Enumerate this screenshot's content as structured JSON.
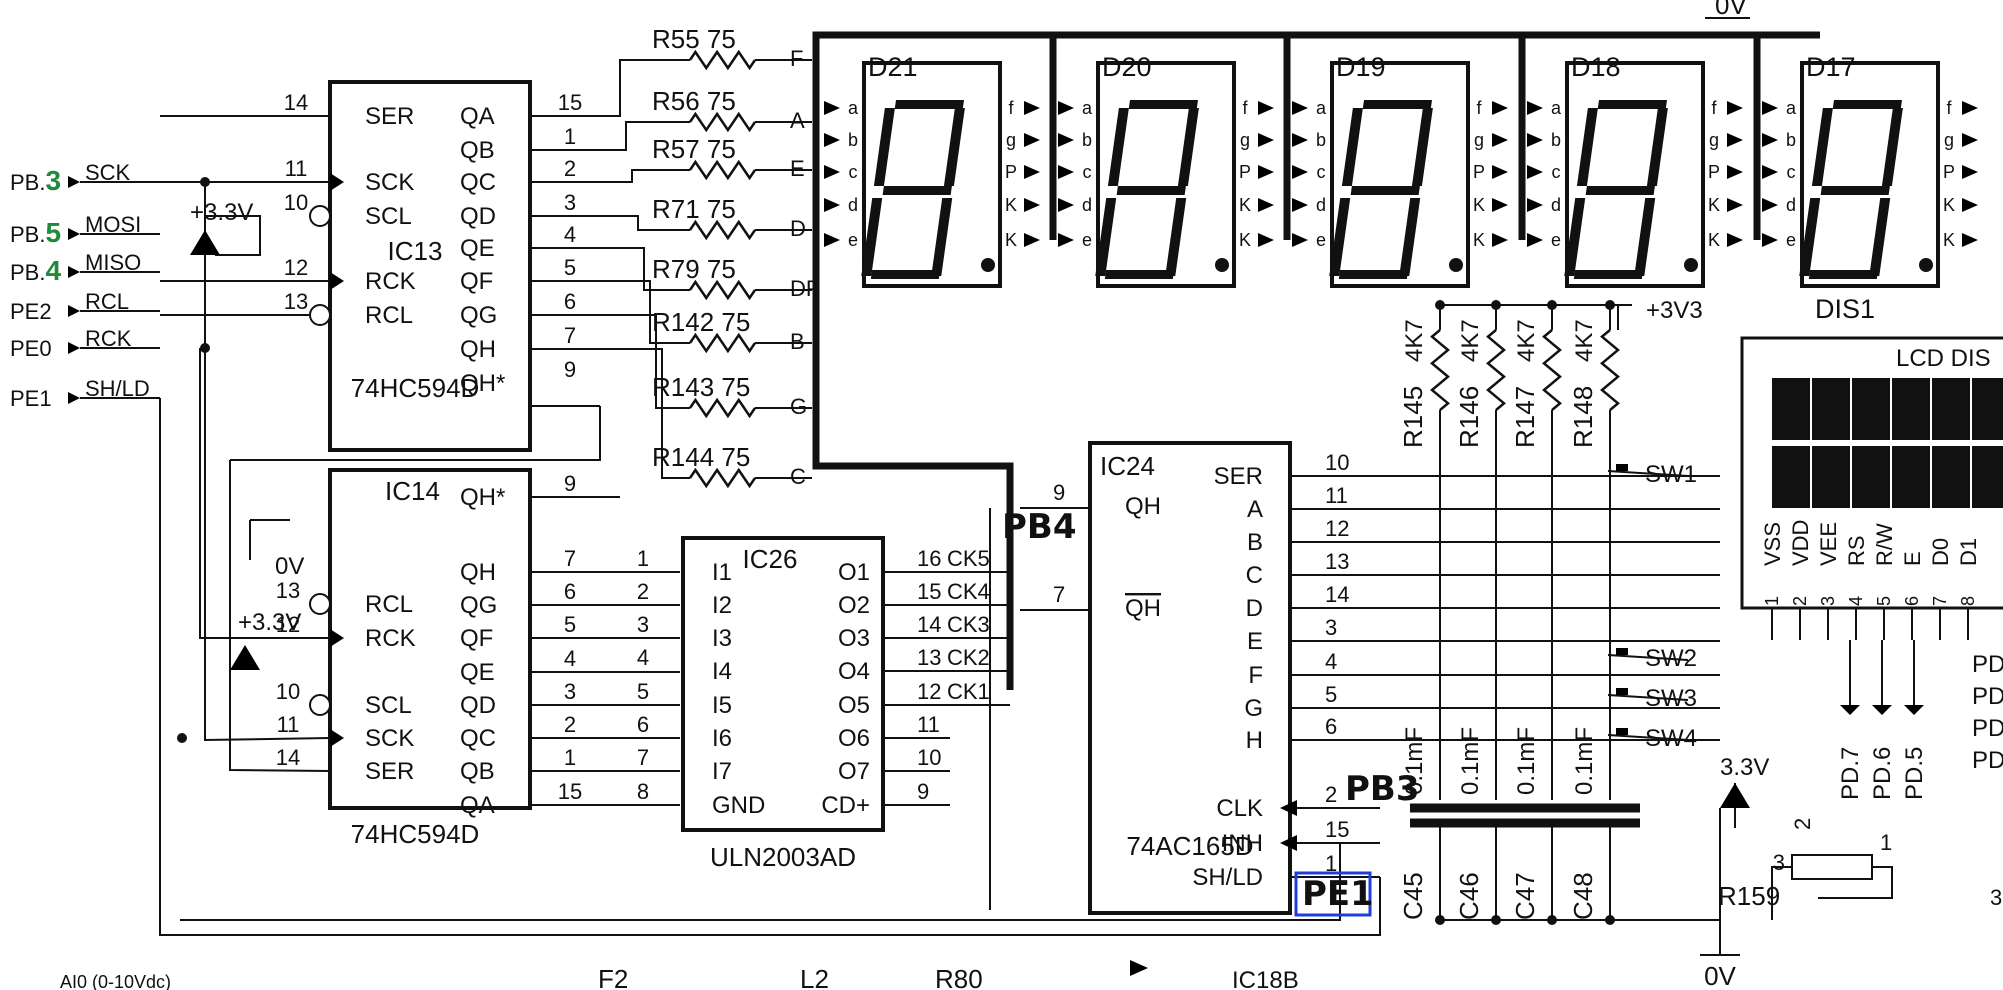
{
  "ports": {
    "pb3": {
      "pre": "PB.",
      "digit": "3",
      "signal": "SCK"
    },
    "pb5": {
      "pre": "PB.",
      "digit": "5",
      "signal": "MOSI"
    },
    "pb4": {
      "pre": "PB.",
      "digit": "4",
      "signal": "MISO"
    },
    "pe2": {
      "name": "PE2",
      "signal": "RCL"
    },
    "pe0": {
      "name": "PE0",
      "signal": "RCK"
    },
    "pe1": {
      "name": "PE1",
      "signal": "SH/LD"
    }
  },
  "supply": {
    "v33": "+3.3V",
    "v33_alt": "+3V3",
    "v33_plain": "3.3V",
    "gnd": "0V"
  },
  "ic13": {
    "ref": "IC13",
    "part": "74HC594D",
    "left_pins": [
      {
        "num": "14",
        "name": "SER"
      },
      {
        "num": "11",
        "name": "SCK"
      },
      {
        "num": "10",
        "name": "SCL"
      },
      {
        "num": "12",
        "name": "RCK"
      },
      {
        "num": "13",
        "name": "RCL"
      }
    ],
    "right_pins": [
      {
        "num": "15",
        "name": "QA"
      },
      {
        "num": "1",
        "name": "QB"
      },
      {
        "num": "2",
        "name": "QC"
      },
      {
        "num": "3",
        "name": "QD"
      },
      {
        "num": "4",
        "name": "QE"
      },
      {
        "num": "5",
        "name": "QF"
      },
      {
        "num": "6",
        "name": "QG"
      },
      {
        "num": "7",
        "name": "QH"
      },
      {
        "num": "9",
        "name": "QH*"
      }
    ]
  },
  "ic14": {
    "ref": "IC14",
    "part": "74HC594D",
    "left_pins": [
      {
        "num": "13",
        "name": "RCL"
      },
      {
        "num": "12",
        "name": "RCK"
      },
      {
        "num": "10",
        "name": "SCL"
      },
      {
        "num": "11",
        "name": "SCK"
      },
      {
        "num": "14",
        "name": "SER"
      }
    ],
    "right_pins": [
      {
        "num": "9",
        "name": "QH*"
      },
      {
        "num": "7",
        "name": "QH"
      },
      {
        "num": "6",
        "name": "QG"
      },
      {
        "num": "5",
        "name": "QF"
      },
      {
        "num": "4",
        "name": "QE"
      },
      {
        "num": "3",
        "name": "QD"
      },
      {
        "num": "2",
        "name": "QC"
      },
      {
        "num": "1",
        "name": "QB"
      },
      {
        "num": "15",
        "name": "QA"
      }
    ]
  },
  "ic26": {
    "ref": "IC26",
    "part": "ULN2003AD",
    "in_pins": [
      {
        "num": "1",
        "name": "I1"
      },
      {
        "num": "2",
        "name": "I2"
      },
      {
        "num": "3",
        "name": "I3"
      },
      {
        "num": "4",
        "name": "I4"
      },
      {
        "num": "5",
        "name": "I5"
      },
      {
        "num": "6",
        "name": "I6"
      },
      {
        "num": "7",
        "name": "I7"
      },
      {
        "num": "8",
        "name": "GND"
      }
    ],
    "out_pins": [
      {
        "num": "16",
        "name": "O1",
        "net": "CK5"
      },
      {
        "num": "15",
        "name": "O2",
        "net": "CK4"
      },
      {
        "num": "14",
        "name": "O3",
        "net": "CK3"
      },
      {
        "num": "13",
        "name": "O4",
        "net": "CK2"
      },
      {
        "num": "12",
        "name": "O5",
        "net": "CK1"
      },
      {
        "num": "11",
        "name": "O6",
        "net": ""
      },
      {
        "num": "10",
        "name": "O7",
        "net": ""
      },
      {
        "num": "9",
        "name": "CD+",
        "net": ""
      }
    ]
  },
  "ic24": {
    "ref": "IC24",
    "part": "74AC165D",
    "left_pins": [
      {
        "num": "9",
        "name": "QH"
      },
      {
        "num": "7",
        "name": "QH"
      }
    ],
    "right_pins": [
      {
        "num": "10",
        "name": "SER"
      },
      {
        "num": "11",
        "name": "A"
      },
      {
        "num": "12",
        "name": "B"
      },
      {
        "num": "13",
        "name": "C"
      },
      {
        "num": "14",
        "name": "D"
      },
      {
        "num": "3",
        "name": "E"
      },
      {
        "num": "4",
        "name": "F"
      },
      {
        "num": "5",
        "name": "G"
      },
      {
        "num": "6",
        "name": "H"
      }
    ],
    "bottom_pins": [
      {
        "num": "2",
        "name": "CLK"
      },
      {
        "num": "15",
        "name": "INH"
      },
      {
        "num": "1",
        "name": "SH/LD"
      }
    ]
  },
  "resistors": [
    {
      "ref": "R55",
      "value": "75",
      "seg": "F"
    },
    {
      "ref": "R56",
      "value": "75",
      "seg": "A"
    },
    {
      "ref": "R57",
      "value": "75",
      "seg": "E"
    },
    {
      "ref": "R71",
      "value": "75",
      "seg": "D"
    },
    {
      "ref": "R79",
      "value": "75",
      "seg": "DP"
    },
    {
      "ref": "R142",
      "value": "75",
      "seg": "B"
    },
    {
      "ref": "R143",
      "value": "75",
      "seg": "G"
    },
    {
      "ref": "R144",
      "value": "75",
      "seg": "C"
    }
  ],
  "pullups": [
    {
      "ref": "R145",
      "value": "4K7"
    },
    {
      "ref": "R146",
      "value": "4K7"
    },
    {
      "ref": "R147",
      "value": "4K7"
    },
    {
      "ref": "R148",
      "value": "4K7"
    }
  ],
  "capacitors": [
    {
      "ref": "C45",
      "value": "0.1mF"
    },
    {
      "ref": "C46",
      "value": "0.1mF"
    },
    {
      "ref": "C47",
      "value": "0.1mF"
    },
    {
      "ref": "C48",
      "value": "0.1mF"
    }
  ],
  "switches": [
    "SW1",
    "SW2",
    "SW3",
    "SW4"
  ],
  "displays": [
    "D21",
    "D20",
    "D19",
    "D18",
    "D17"
  ],
  "display_pins": {
    "left": [
      "a",
      "b",
      "c",
      "d",
      "e"
    ],
    "right": [
      "f",
      "g",
      "P",
      "K",
      "K"
    ]
  },
  "display_group": "DIS1",
  "lcd": {
    "title": "LCD DIS",
    "pins": [
      "VSS",
      "VDD",
      "VEE",
      "RS",
      "R/W",
      "E",
      "D0",
      "D1"
    ],
    "pin_nums": [
      "1",
      "2",
      "3",
      "4",
      "5",
      "6",
      "7",
      "8"
    ],
    "pd_labels": [
      "PD.7",
      "PD.6",
      "PD.5"
    ],
    "pd_right": [
      "PD",
      "PD",
      "PD",
      "PD"
    ]
  },
  "pot": {
    "ref": "R159",
    "pin1": "1",
    "pin2": "2",
    "pin3": "3"
  },
  "annotations": {
    "pb4": "PB4",
    "pb3": "PB3",
    "pe1": "PE1"
  },
  "bottom_cut": {
    "ai0": "AI0 (0-10Vdc)",
    "f2": "F2",
    "l2": "L2",
    "r80": "R80",
    "ic18": "IC18B",
    "gnd_label": "0V",
    "edge3": "3"
  },
  "colors": {
    "ink": "#111111",
    "green_ink": "#1e8a3a",
    "blue_ink": "#1d3fd8"
  }
}
